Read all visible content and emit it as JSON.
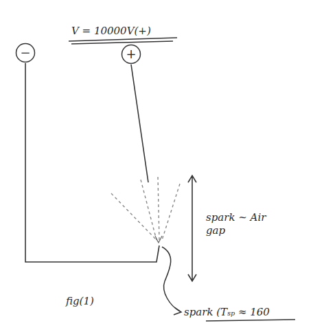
{
  "diagram": {
    "nodes": [
      {
        "text": [
          "−"
        ]
      },
      {
        "text": [
          "+"
        ]
      }
    ],
    "edges": [
      {
        "from": 0,
        "to": 1,
        "arrow": "none"
      }
    ],
    "labels": [
      "V = 10000V(+)",
      "spark ~ Air gap",
      "fig(1)",
      "spark (Tₛₚ ≈ 160"
    ]
  }
}
